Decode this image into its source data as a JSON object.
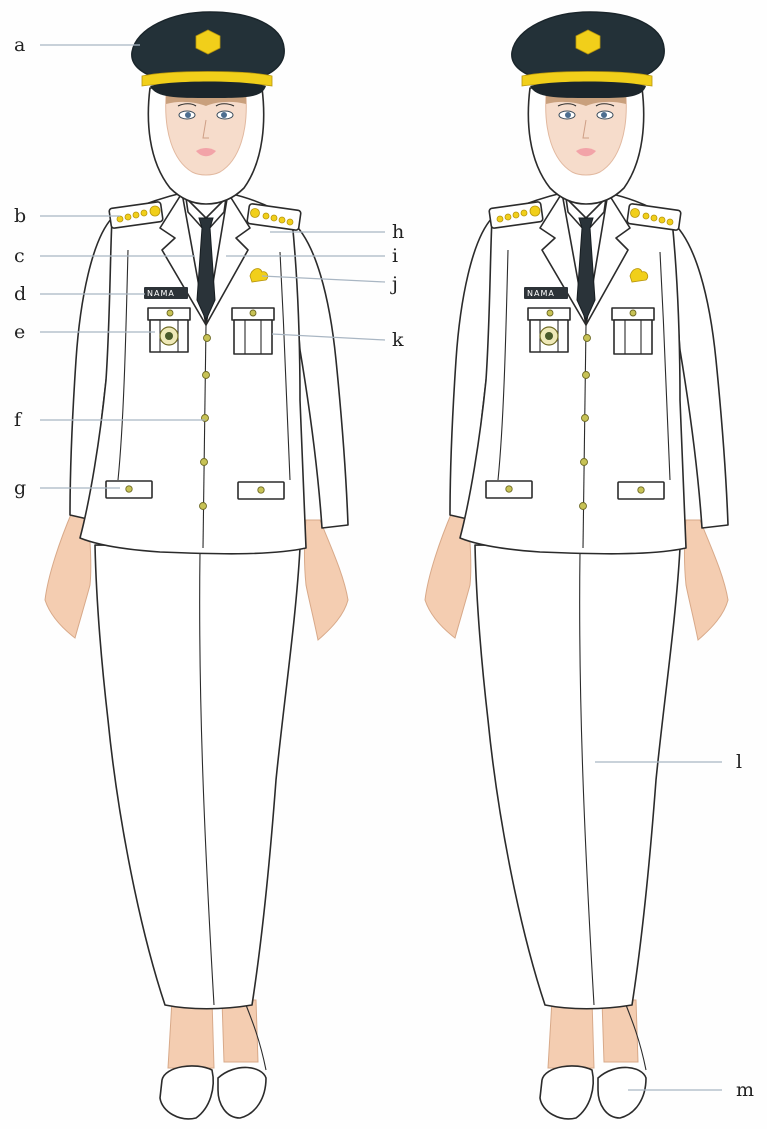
{
  "labels": {
    "a": "a",
    "b": "b",
    "c": "c",
    "d": "d",
    "e": "e",
    "f": "f",
    "g": "g",
    "h": "h",
    "i": "i",
    "j": "j",
    "k": "k",
    "l": "l",
    "m": "m"
  },
  "name_tag_text": "NAMA",
  "colors": {
    "cap": "#233138",
    "gold": "#f1cf1a",
    "tie": "#2a3339",
    "button": "#c7c255",
    "skin": "#f4cdb1",
    "leader_line": "#a9b6c3"
  }
}
